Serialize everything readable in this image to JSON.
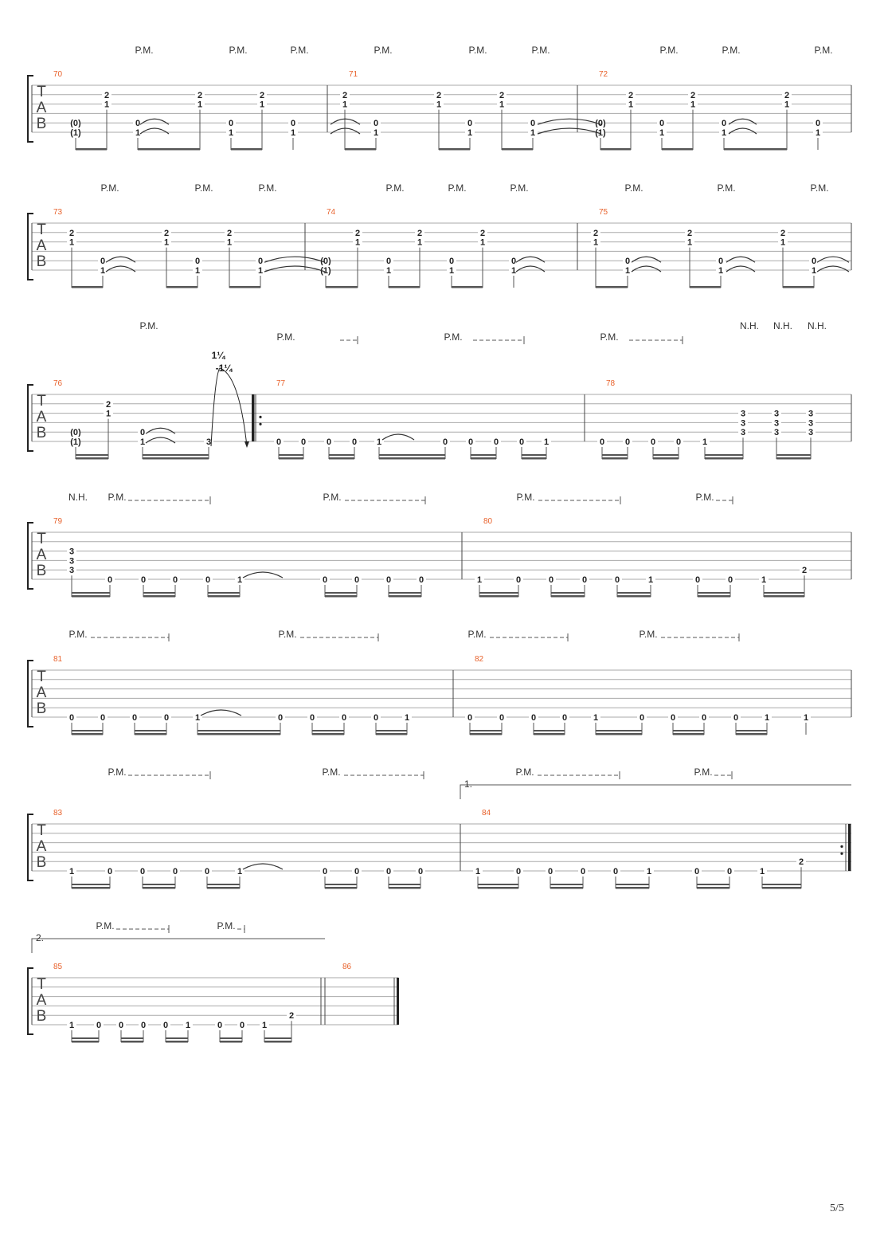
{
  "page": {
    "number": "5/5"
  },
  "tab_letters": [
    "T",
    "A",
    "B"
  ],
  "labels": {
    "pm": "P.M.",
    "nh": "N.H.",
    "bend": "1¼",
    "bend_release": "-1¼",
    "ending_1": "1.",
    "ending_2": "2."
  },
  "systems": [
    {
      "measures": [
        {
          "number": "70",
          "notes": [
            [
              "(0)",
              "(1)"
            ],
            [
              "2",
              "1"
            ],
            [
              "0",
              "1"
            ],
            [
              "2",
              "1"
            ],
            [
              "0",
              "1"
            ],
            [
              "2",
              "1"
            ],
            [
              "0",
              "1"
            ]
          ]
        },
        {
          "number": "71",
          "notes": [
            [
              "2",
              "1"
            ],
            [
              "0",
              "1"
            ],
            [
              "2",
              "1"
            ],
            [
              "0",
              "1"
            ],
            [
              "2",
              "1"
            ],
            [
              "0",
              "1"
            ]
          ]
        },
        {
          "number": "72",
          "notes": [
            [
              "(0)",
              "(1)"
            ],
            [
              "2",
              "1"
            ],
            [
              "0",
              "1"
            ],
            [
              "2",
              "1"
            ],
            [
              "0",
              "1"
            ],
            [
              "2",
              "1"
            ],
            [
              "0",
              "1"
            ]
          ]
        }
      ]
    },
    {
      "measures": [
        {
          "number": "73",
          "notes": [
            [
              "2",
              "1"
            ],
            [
              "0",
              "1"
            ],
            [
              "2",
              "1"
            ],
            [
              "0",
              "1"
            ],
            [
              "2",
              "1"
            ],
            [
              "0",
              "1"
            ]
          ]
        },
        {
          "number": "74",
          "notes": [
            [
              "(0)",
              "(1)"
            ],
            [
              "2",
              "1"
            ],
            [
              "0",
              "1"
            ],
            [
              "2",
              "1"
            ],
            [
              "0",
              "1"
            ],
            [
              "2",
              "1"
            ],
            [
              "0",
              "1"
            ]
          ]
        },
        {
          "number": "75",
          "notes": [
            [
              "2",
              "1"
            ],
            [
              "0",
              "1"
            ],
            [
              "2",
              "1"
            ],
            [
              "0",
              "1"
            ],
            [
              "2",
              "1"
            ],
            [
              "0",
              "1"
            ]
          ]
        }
      ]
    },
    {
      "measures": [
        {
          "number": "76",
          "notes": [
            [
              "(0)",
              "(1)"
            ],
            [
              "2",
              "1"
            ],
            [
              "0",
              "1"
            ],
            [
              "3"
            ]
          ]
        },
        {
          "number": "77",
          "notes": [
            "0",
            "0",
            "0",
            "0",
            "1",
            "0",
            "0",
            "0",
            "0",
            "1"
          ]
        },
        {
          "number": "78",
          "notes": [
            "0",
            "0",
            "0",
            "0",
            "1",
            [
              "3",
              "3",
              "3"
            ],
            [
              "3",
              "3",
              "3"
            ],
            [
              "3",
              "3",
              "3"
            ]
          ]
        }
      ]
    },
    {
      "measures": [
        {
          "number": "79",
          "notes": [
            [
              "3",
              "3",
              "3"
            ],
            "0",
            "0",
            "0",
            "0",
            "1",
            "0",
            "0",
            "0",
            "0"
          ]
        },
        {
          "number": "80",
          "notes": [
            "1",
            "0",
            "0",
            "0",
            "0",
            "1",
            "0",
            "0",
            "1",
            "2"
          ]
        }
      ]
    },
    {
      "measures": [
        {
          "number": "81",
          "notes": [
            "0",
            "0",
            "0",
            "0",
            "1",
            "0",
            "0",
            "0",
            "0",
            "1"
          ]
        },
        {
          "number": "82",
          "notes": [
            "0",
            "0",
            "0",
            "0",
            "1",
            "0",
            "0",
            "0",
            "0",
            "1",
            "1"
          ]
        }
      ]
    },
    {
      "measures": [
        {
          "number": "83",
          "notes": [
            "1",
            "0",
            "0",
            "0",
            "0",
            "1",
            "0",
            "0",
            "0",
            "0"
          ]
        },
        {
          "number": "84",
          "notes": [
            "1",
            "0",
            "0",
            "0",
            "0",
            "1",
            "0",
            "0",
            "1",
            "2"
          ]
        }
      ]
    },
    {
      "measures": [
        {
          "number": "85",
          "notes": [
            "1",
            "0",
            "0",
            "0",
            "0",
            "1",
            "0",
            "0",
            "1",
            "2"
          ]
        },
        {
          "number": "86",
          "notes": []
        }
      ]
    }
  ]
}
